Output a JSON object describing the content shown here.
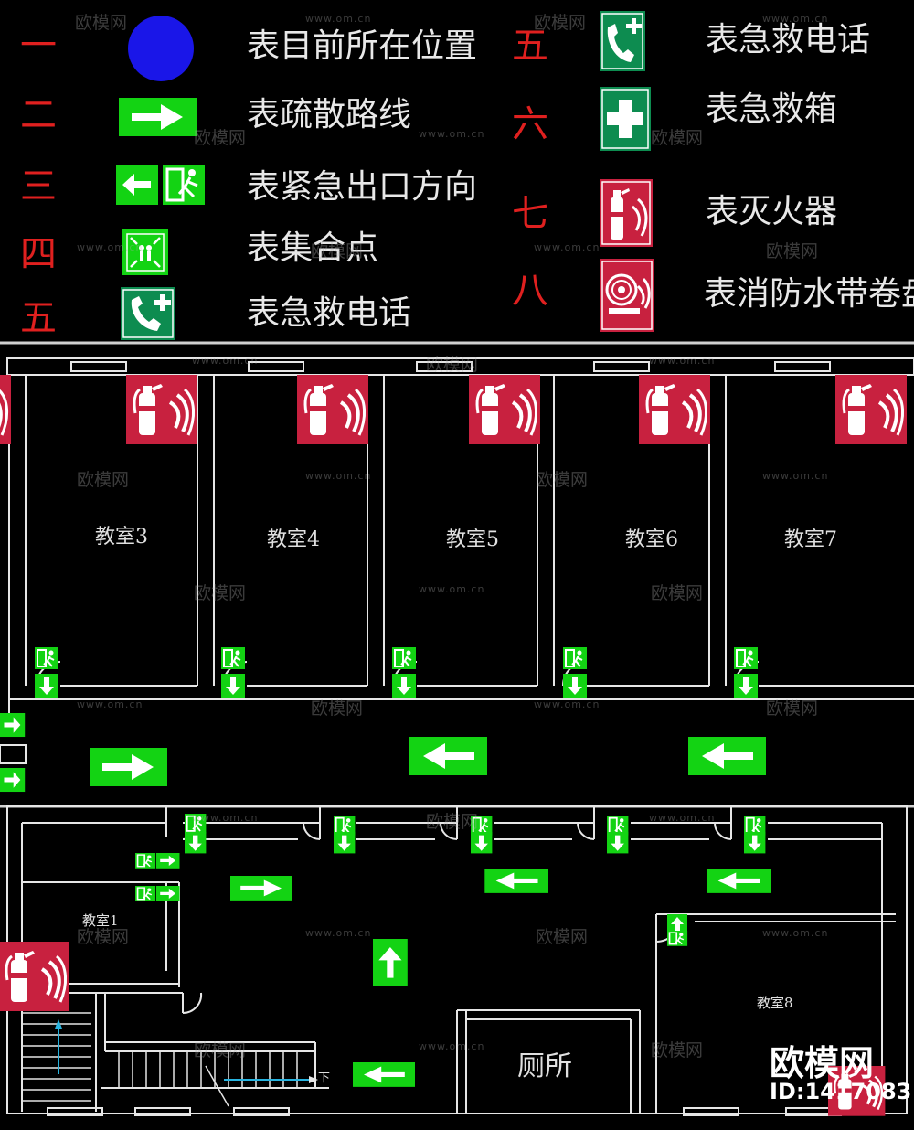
{
  "legend": {
    "items": [
      {
        "num": "一",
        "text": "表目前所在位置",
        "icon": "blue-dot-icon"
      },
      {
        "num": "二",
        "text": "表疏散路线",
        "icon": "arrow-right-sign-icon"
      },
      {
        "num": "三",
        "text": "表紧急出口方向",
        "icon": "exit-direction-sign-icon"
      },
      {
        "num": "四",
        "text": "表集合点",
        "icon": "assembly-point-icon"
      },
      {
        "num": "五",
        "text": "表急救电话",
        "icon": "first-aid-phone-icon"
      },
      {
        "num": "五",
        "text": "表急救电话",
        "icon": "first-aid-phone-icon"
      },
      {
        "num": "六",
        "text": "表急救箱",
        "icon": "first-aid-kit-icon"
      },
      {
        "num": "七",
        "text": "表灭火器",
        "icon": "fire-extinguisher-icon"
      },
      {
        "num": "八",
        "text": "表消防水带卷盘",
        "icon": "fire-hose-reel-icon"
      }
    ]
  },
  "plan": {
    "rooms": [
      "教室3",
      "教室4",
      "教室5",
      "教室6",
      "教室7",
      "教室1",
      "教室8",
      "厕所"
    ],
    "stair_label": "下"
  },
  "watermark": {
    "brand": "欧模网",
    "url": "www.om.cn",
    "stamp_brand": "欧模网",
    "stamp_id": "ID:1417083"
  },
  "colors": {
    "sign_green": "#13d313",
    "sign_dark_green": "#0d8c50",
    "sign_red": "#c8213f",
    "wall": "#e6e6e6",
    "legend_number": "#e0201f",
    "location_dot": "#1a16e8"
  }
}
